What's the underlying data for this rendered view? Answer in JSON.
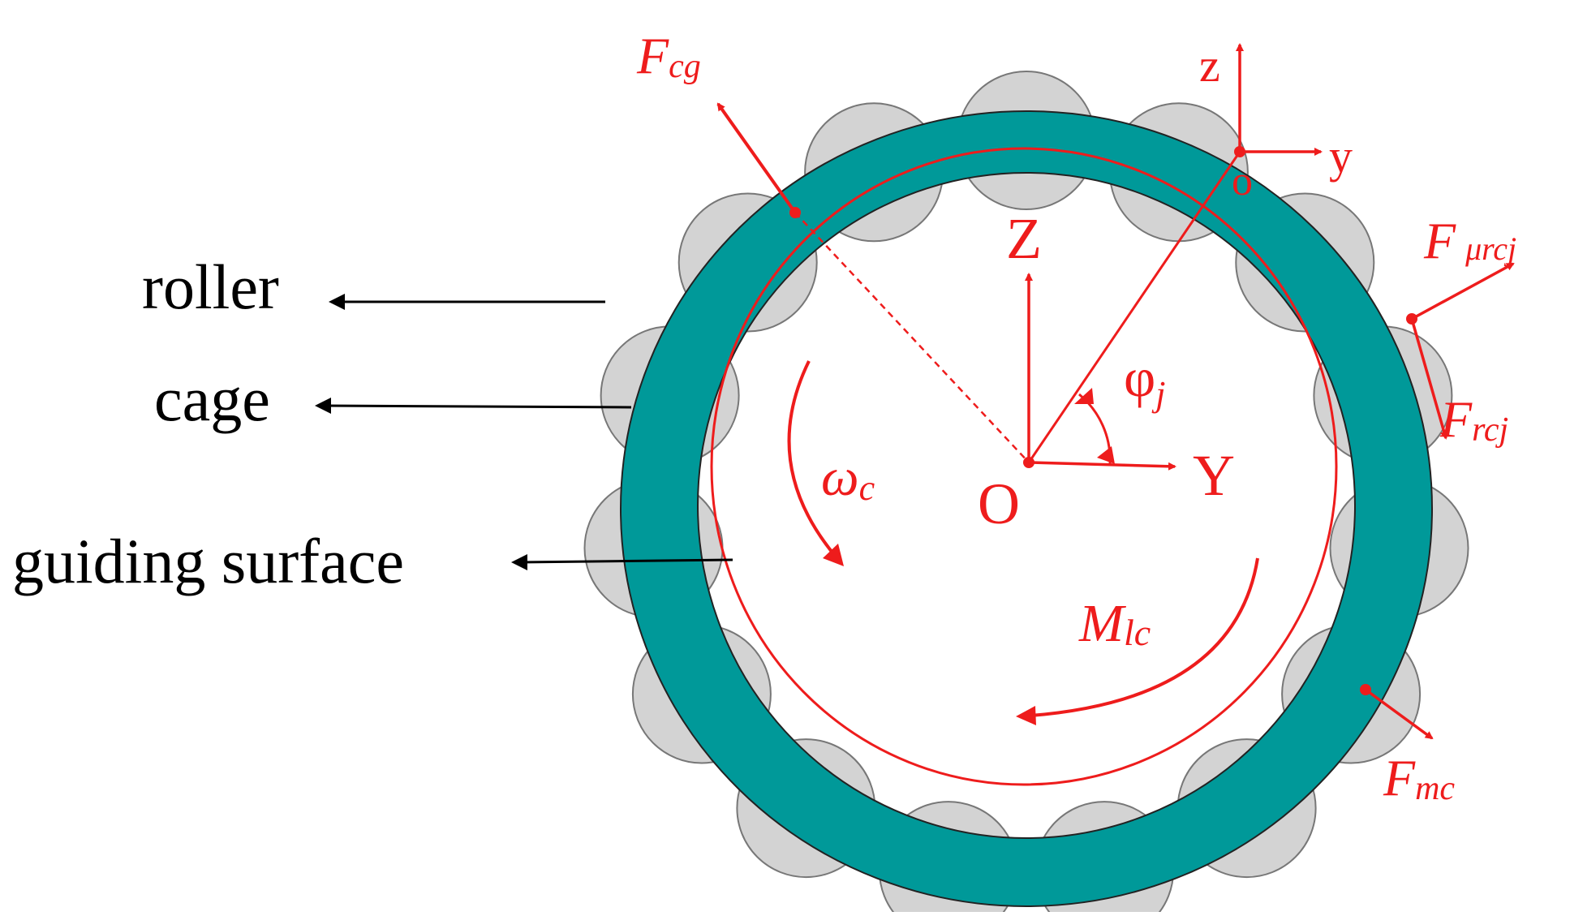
{
  "colors": {
    "cage": "#009999",
    "roller": "#d3d3d3",
    "roller_stroke": "#777777",
    "annotation": "#ee1c1c",
    "pointer": "#000000"
  },
  "labels": {
    "roller": "roller",
    "cage": "cage",
    "guiding_surface": "guiding surface"
  },
  "forces": {
    "fcg": {
      "main": "F",
      "sub": "cg"
    },
    "fmurcj": {
      "main": "F",
      "sub": "μrcj"
    },
    "frcj": {
      "main": "F",
      "sub": "rcj"
    },
    "fmc": {
      "main": "F",
      "sub": "mc"
    }
  },
  "axes": {
    "global_z": "Z",
    "global_y": "Y",
    "global_origin": "O",
    "local_z": "z",
    "local_y": "y",
    "local_origin": "o"
  },
  "symbols": {
    "omega": {
      "main": "ω",
      "sub": "c"
    },
    "moment": {
      "main": "M",
      "sub": "lc"
    },
    "phi": {
      "main": "φ",
      "sub": "j"
    }
  }
}
